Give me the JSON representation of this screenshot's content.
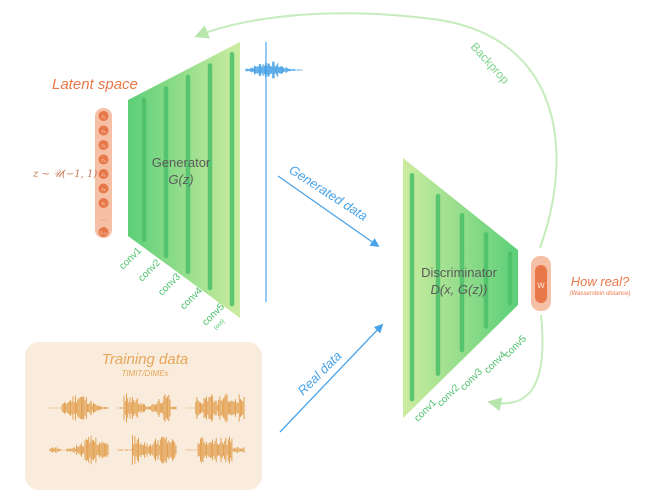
{
  "latent": {
    "title": "Latent space",
    "formula": "z ∼ 𝒰(−1, 1)",
    "nodes": [
      "z₁",
      "z₂",
      "z₃",
      "z₄",
      "z₅",
      "z₆",
      "z₇",
      "…",
      "z₁₀₀"
    ]
  },
  "generator": {
    "name": "Generator",
    "func": "G(z)",
    "layers": [
      "conv1",
      "conv2",
      "conv3",
      "conv4",
      "conv5"
    ],
    "out_note": "(out)"
  },
  "discriminator": {
    "name": "Discriminator",
    "func": "D(x, G(z))",
    "layers": [
      "conv1",
      "conv2",
      "conv3",
      "conv4",
      "conv5"
    ]
  },
  "arrows": {
    "generated": "Generated data",
    "real": "Real data",
    "backprop": "Backprop"
  },
  "output": {
    "node": "w",
    "question": "How real?",
    "note": "(Wasserstein distance)"
  },
  "training": {
    "title": "Training data",
    "subtitle": "TIMIT/DIMEx"
  },
  "colors": {
    "orange": "#e8784a",
    "green_dark": "#5fd07a",
    "green_light": "#c9ec9a",
    "blue": "#4aa3e8",
    "training_bg": "#f9ecdc",
    "wave": "#e09a45",
    "backprop": "#bde8b5"
  }
}
